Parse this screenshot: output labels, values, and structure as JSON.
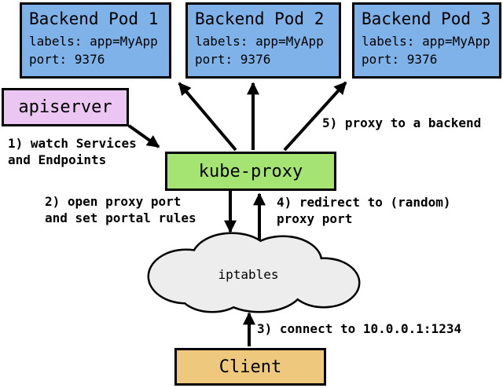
{
  "pods": [
    {
      "title": "Backend Pod 1",
      "labels": "labels: app=MyApp",
      "port": "port: 9376"
    },
    {
      "title": "Backend Pod 2",
      "labels": "labels: app=MyApp",
      "port": "port: 9376"
    },
    {
      "title": "Backend Pod 3",
      "labels": "labels: app=MyApp",
      "port": "port: 9376"
    }
  ],
  "apiserver_label": "apiserver",
  "kube_proxy_label": "kube-proxy",
  "iptables_label": "iptables",
  "client_label": "Client",
  "steps": {
    "step1": {
      "line1": "1) watch Services",
      "line2": "and Endpoints"
    },
    "step2": {
      "line1": "2) open proxy port",
      "line2": "and set portal rules"
    },
    "step3": {
      "line1": "3) connect to 10.0.0.1:1234"
    },
    "step4": {
      "line1": "4) redirect to (random)",
      "line2": "proxy port"
    },
    "step5": {
      "line1": "5) proxy to a backend"
    }
  },
  "colors": {
    "pod_fill": "#7FB2E8",
    "apiserver_fill": "#EBC6F2",
    "kube_proxy_fill": "#A5E472",
    "client_fill": "#EDC87D",
    "cloud_fill": "#EDEDED",
    "outline": "#000000"
  }
}
